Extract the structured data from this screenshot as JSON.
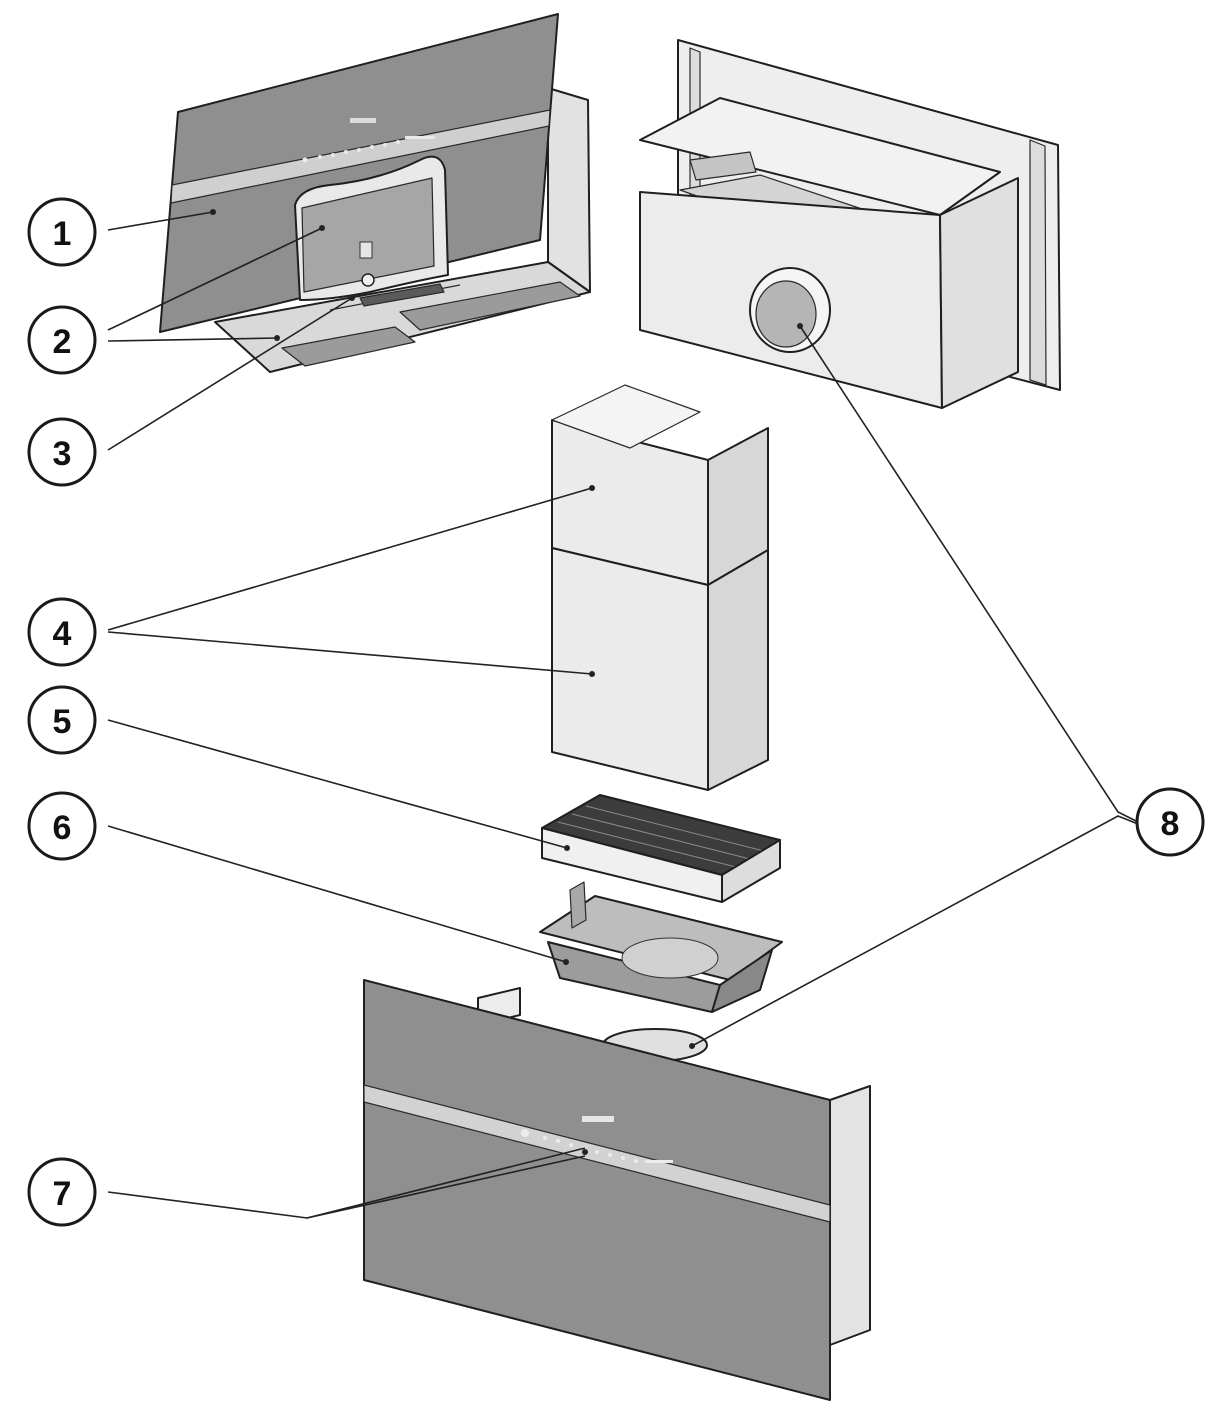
{
  "callouts": [
    {
      "id": "1",
      "label": "1"
    },
    {
      "id": "2",
      "label": "2"
    },
    {
      "id": "3",
      "label": "3"
    },
    {
      "id": "4",
      "label": "4"
    },
    {
      "id": "5",
      "label": "5"
    },
    {
      "id": "6",
      "label": "6"
    },
    {
      "id": "7",
      "label": "7"
    },
    {
      "id": "8",
      "label": "8"
    }
  ],
  "colors": {
    "glass_panel": "#8c8c8c",
    "stainless": "#e6e6e6",
    "metal_shadow": "#c8c8c8",
    "filter_dark": "#3a3a3a",
    "tray": "#9a9a9a",
    "line": "#1f1f1f"
  }
}
